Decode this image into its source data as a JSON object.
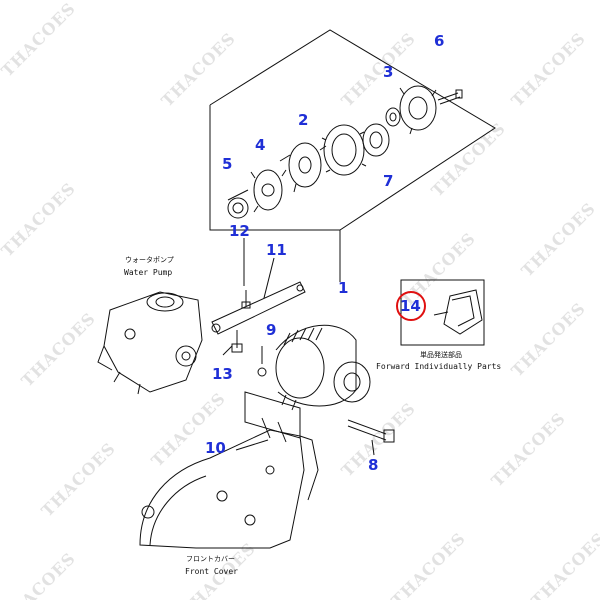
{
  "watermark": "THACOES",
  "callouts": {
    "c1": "1",
    "c2": "2",
    "c3": "3",
    "c4": "4",
    "c5": "5",
    "c6": "6",
    "c7": "7",
    "c8": "8",
    "c9": "9",
    "c10": "10",
    "c11": "11",
    "c12": "12",
    "c13": "13",
    "c14": "14"
  },
  "labels": {
    "water_pump_jp": "ウォータポンプ",
    "water_pump_en": "Water Pump",
    "forward_jp": "単品発送部品",
    "forward_en": "Forward Individually Parts",
    "front_cover_jp": "フロントカバー",
    "front_cover_en": "Front Cover"
  },
  "colors": {
    "callout": "#1f2fd6",
    "highlight": "#e01010",
    "line": "#111111"
  }
}
